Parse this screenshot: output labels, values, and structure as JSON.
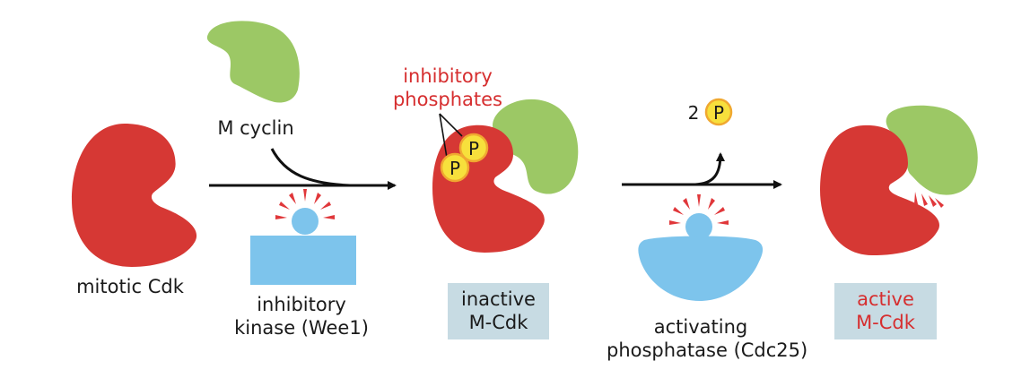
{
  "colors": {
    "cdk": "#d63834",
    "cyclin": "#9cc865",
    "enzyme": "#7dc4ec",
    "phosphate_fill": "#f7e03c",
    "phosphate_ring": "#f0a830",
    "rays": "#e0373a",
    "label_red": "#d62e2f",
    "label_box": "#c7dbe3",
    "arrow": "#111111"
  },
  "labels": {
    "mitotic_cdk": "mitotic Cdk",
    "m_cyclin": "M cyclin",
    "inhibitory_phosphates": [
      "inhibitory",
      "phosphates"
    ],
    "kinase": [
      "inhibitory",
      "kinase (Wee1)"
    ],
    "inactive": [
      "inactive",
      "M-Cdk"
    ],
    "released_count": "2",
    "phosphate_symbol": "P",
    "phosphatase": [
      "activating",
      "phosphatase (Cdc25)"
    ],
    "active": [
      "active",
      "M-Cdk"
    ]
  }
}
